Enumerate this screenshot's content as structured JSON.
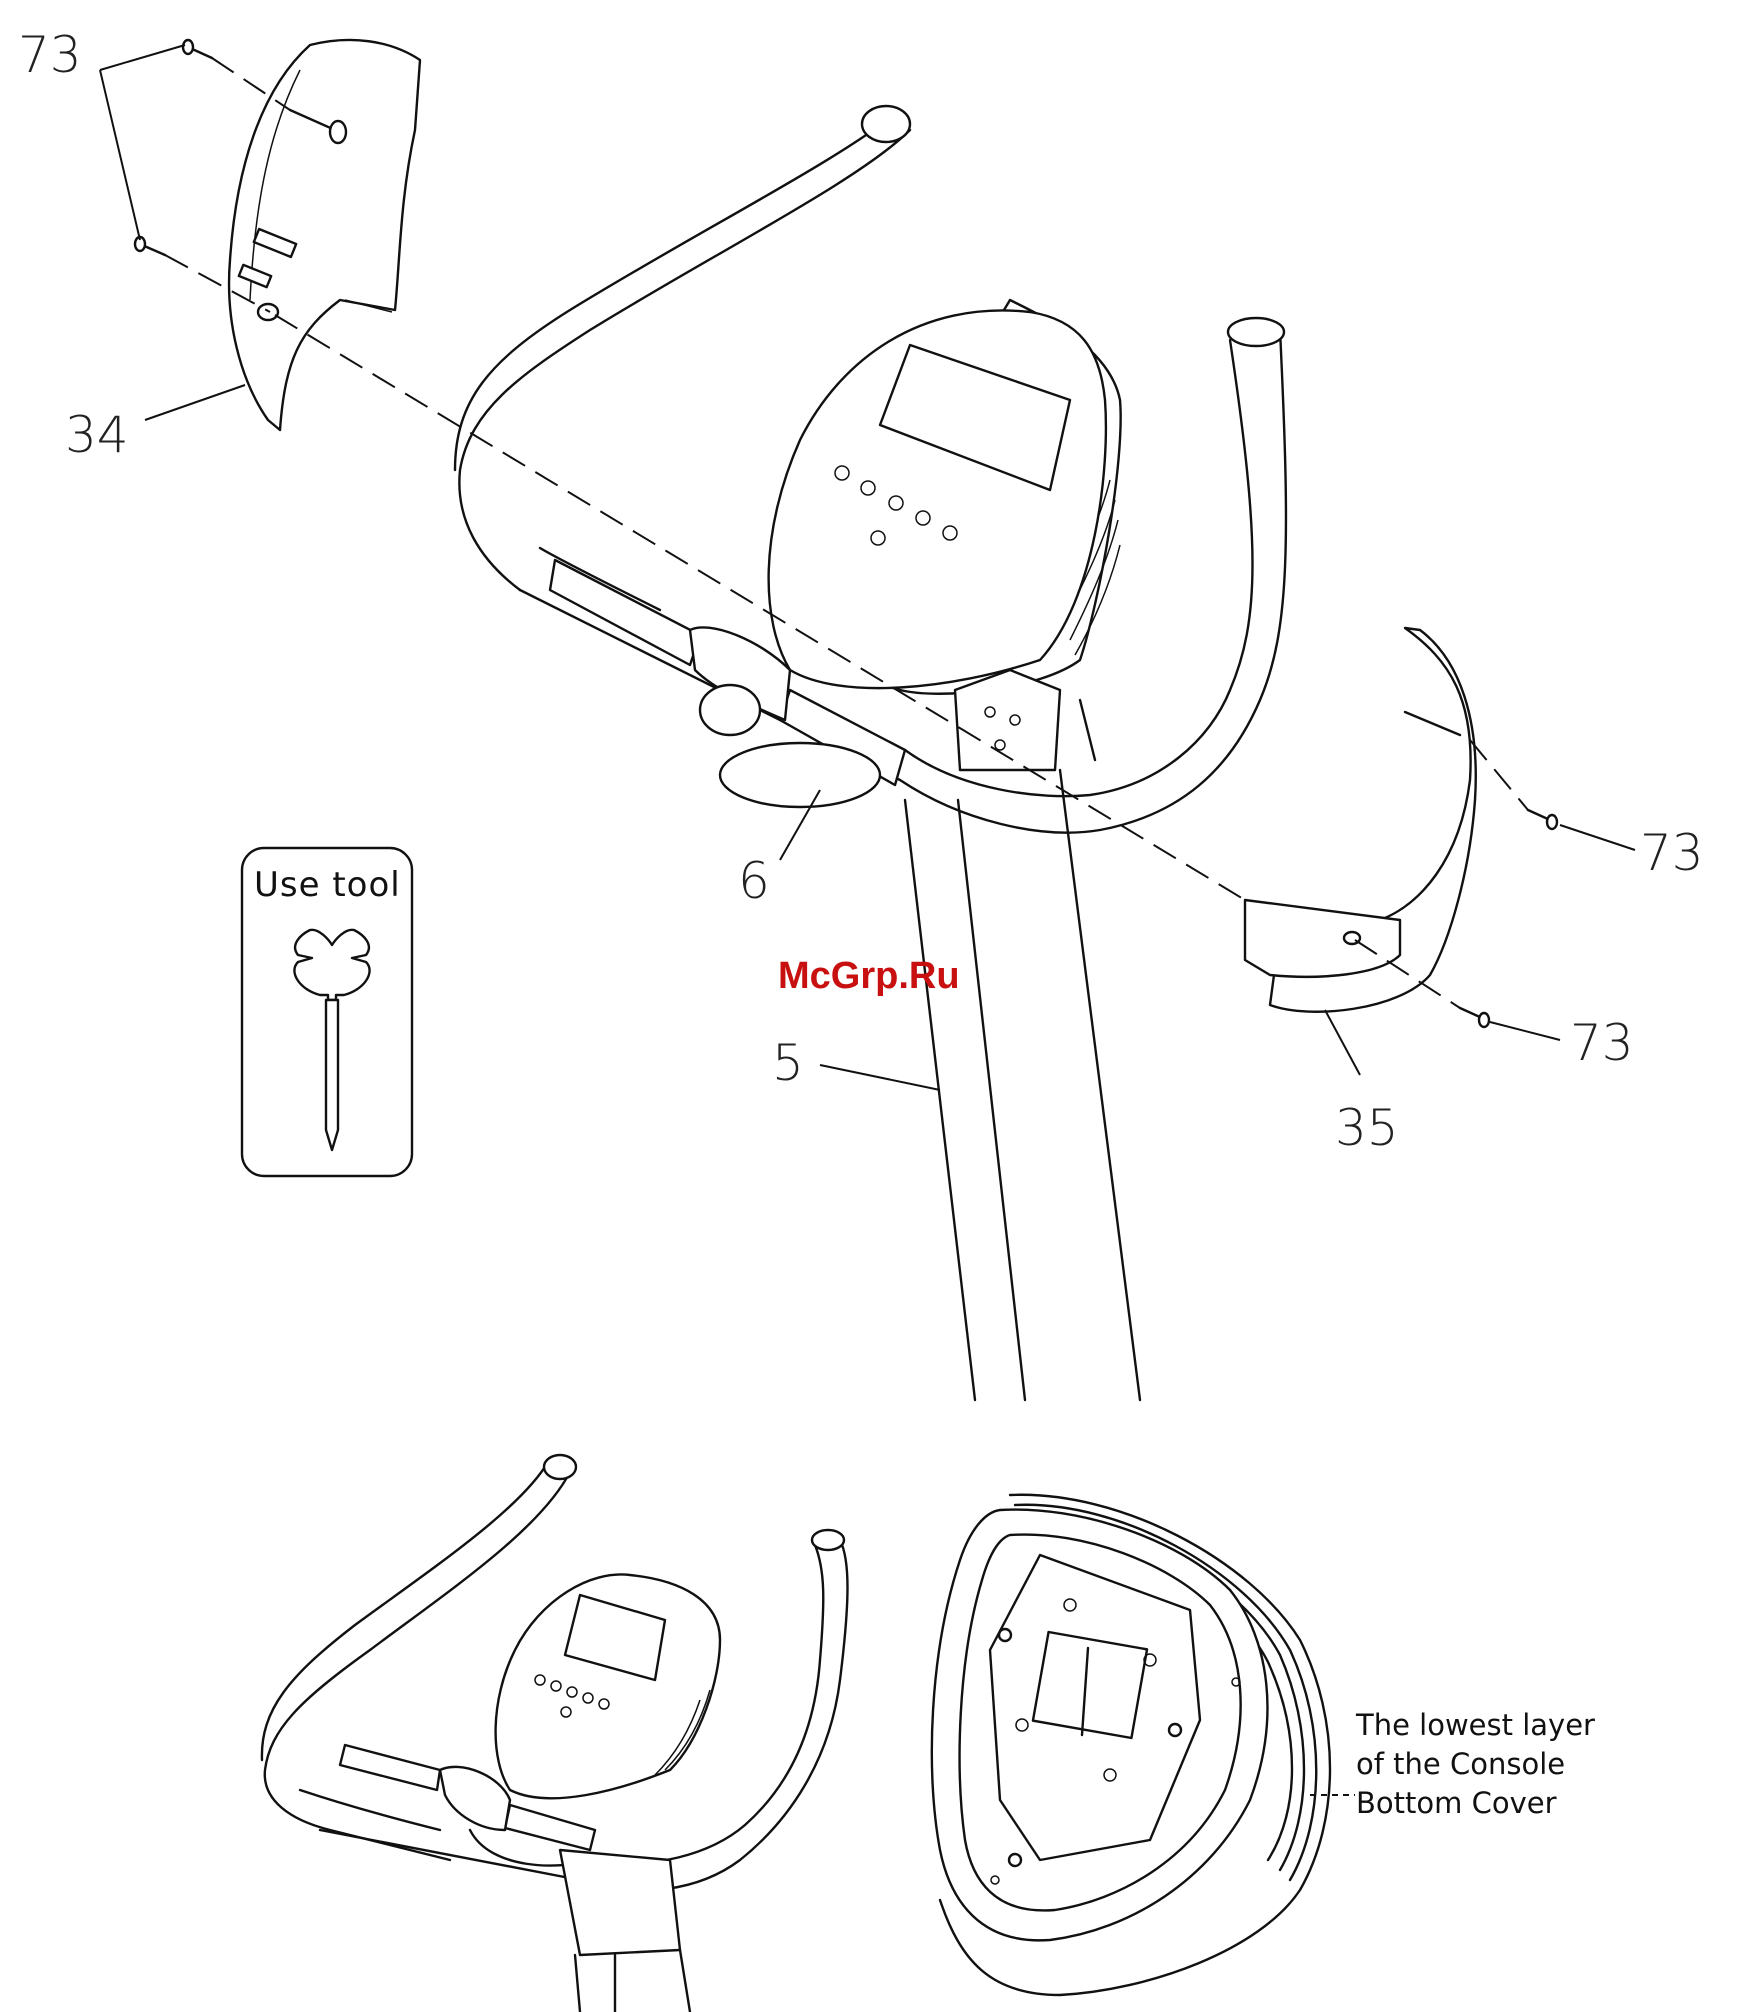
{
  "labels": {
    "p73_a": "73",
    "p34": "34",
    "p6": "6",
    "p5": "5",
    "p73_b": "73",
    "p73_c": "73",
    "p35": "35"
  },
  "tool_box": {
    "text": "Use tool"
  },
  "watermark": "McGrp.Ru",
  "note": {
    "line1": "The lowest layer",
    "line2": "of the Console",
    "line3": "Bottom Cover"
  }
}
